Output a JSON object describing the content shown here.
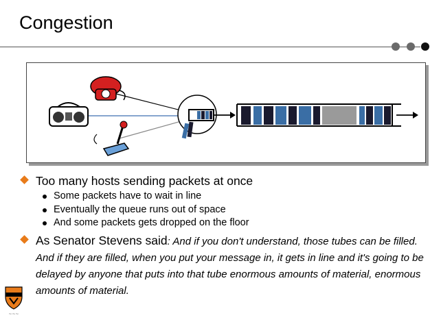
{
  "slide": {
    "title": "Congestion",
    "bullets": [
      {
        "text": "Too many hosts sending packets at once",
        "subitems": [
          "Some packets have to wait in line",
          "Eventually the queue runs out of space",
          "And some packets gets dropped on the floor"
        ]
      },
      {
        "lead": "As Senator Stevens said",
        "colon": ":",
        "quote": " And if you don't understand, those tubes can be filled. And if they are filled, when you put your message in, it gets in line and it's going to be delayed by anyone that puts into that tube enormous amounts of material, enormous amounts of material."
      }
    ]
  },
  "icons": {
    "telephone": "telephone-icon",
    "radio": "boombox-icon",
    "joystick": "joystick-icon",
    "router": "router-queue-icon",
    "logo": "university-shield-logo"
  },
  "colors": {
    "bullet": "#e87b1a",
    "packet_blue": "#3a6ea5",
    "packet_dark": "#1a1a2e",
    "tube_fill": "#9a9a9a"
  }
}
